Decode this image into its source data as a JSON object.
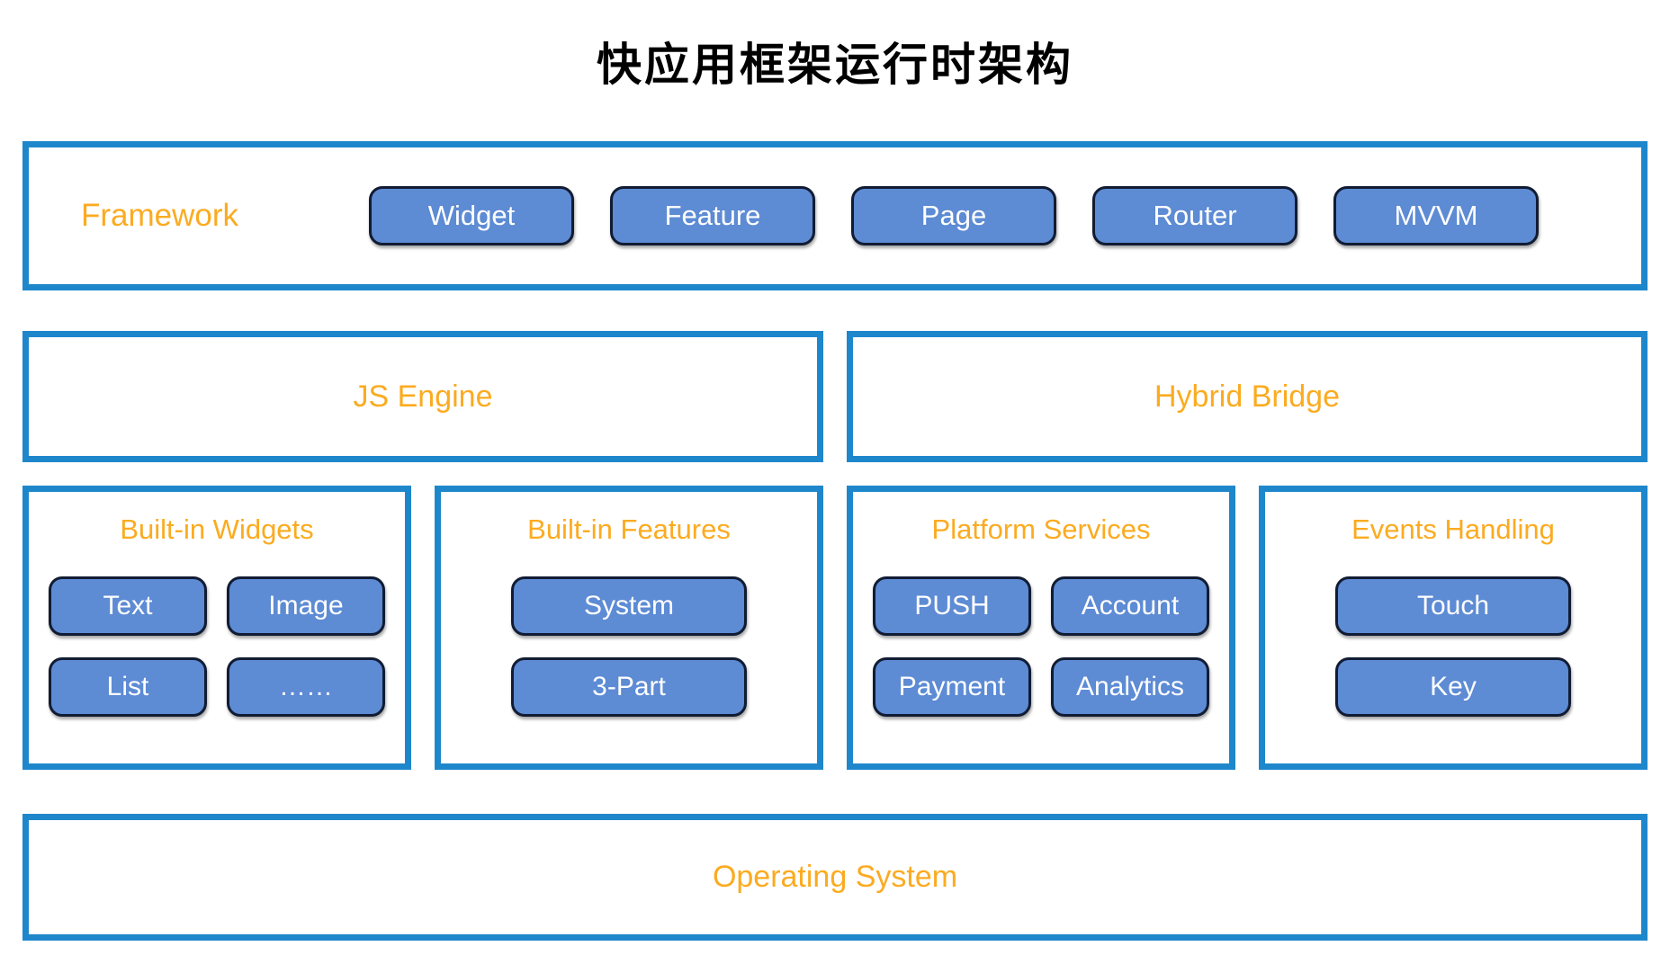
{
  "title": "快应用框架运行时架构",
  "colors": {
    "layer_border_blue": "#1e87cc",
    "node_fill_blue": "#5d8bd4",
    "node_border_dark": "#111c33",
    "accent_orange": "#fbab20",
    "node_text": "#ffffff",
    "title_text": "#000000"
  },
  "framework": {
    "label": "Framework",
    "buttons": [
      "Widget",
      "Feature",
      "Page",
      "Router",
      "MVVM"
    ]
  },
  "engine_row": [
    {
      "label": "JS Engine"
    },
    {
      "label": "Hybrid Bridge"
    }
  ],
  "groups": [
    {
      "title": "Built-in Widgets",
      "buttons": [
        "Text",
        "Image",
        "List",
        "……"
      ]
    },
    {
      "title": "Built-in Features",
      "buttons": [
        "System",
        "3-Part"
      ]
    },
    {
      "title": "Platform Services",
      "buttons": [
        "PUSH",
        "Account",
        "Payment",
        "Analytics"
      ]
    },
    {
      "title": "Events Handling",
      "buttons": [
        "Touch",
        "Key"
      ]
    }
  ],
  "os": {
    "label": "Operating System"
  }
}
